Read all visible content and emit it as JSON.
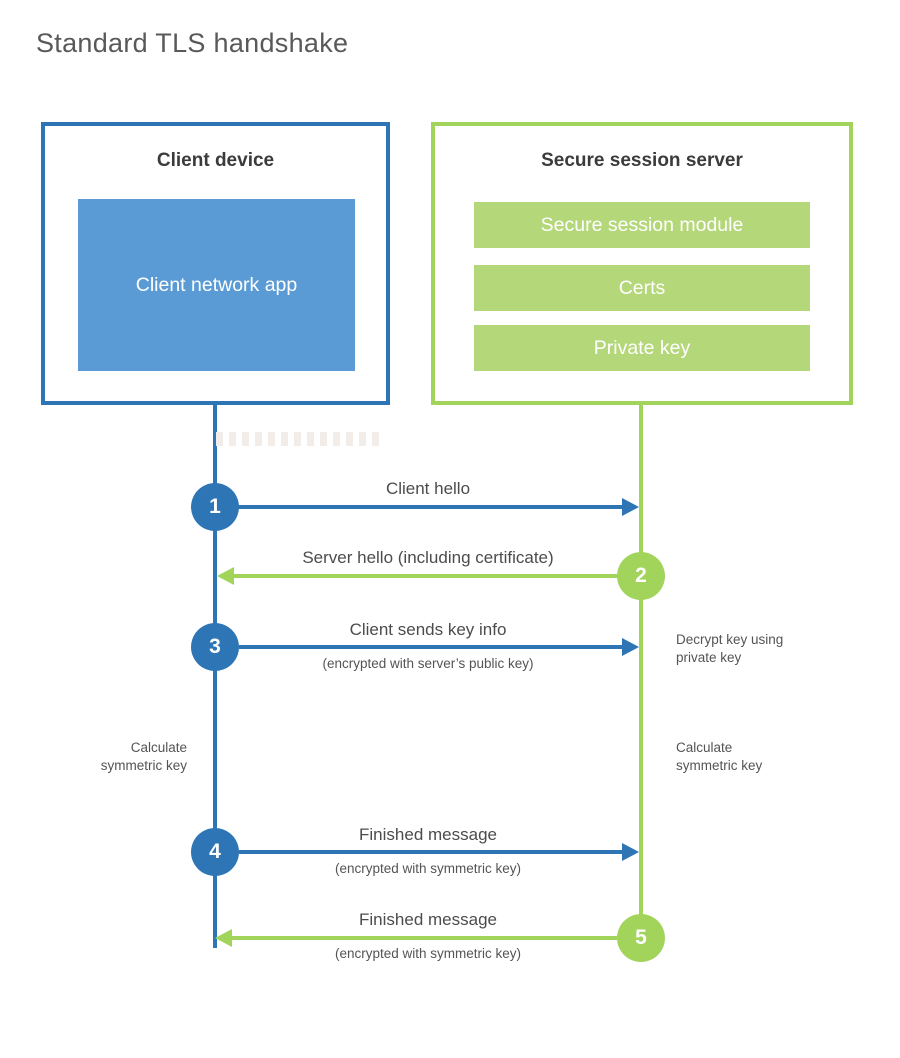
{
  "title": "Standard TLS handshake",
  "colors": {
    "blue": "#2e75b6",
    "blue_light": "#5b9bd5",
    "green": "#a2d45c",
    "green_light": "#b4d77a",
    "text_dark": "#3b3b3b",
    "text_gray": "#4c4c4c"
  },
  "client": {
    "title": "Client device",
    "app_label": "Client network app"
  },
  "server": {
    "title": "Secure session server",
    "modules": [
      "Secure session module",
      "Certs",
      "Private key"
    ]
  },
  "steps": [
    {
      "num": "1",
      "label": "Client hello",
      "sub": "",
      "direction": "client-to-server",
      "color": "blue"
    },
    {
      "num": "2",
      "label": "Server hello (including certificate)",
      "sub": "",
      "direction": "server-to-client",
      "color": "green"
    },
    {
      "num": "3",
      "label": "Client sends key info",
      "sub": "(encrypted with server’s public key)",
      "direction": "client-to-server",
      "color": "blue"
    },
    {
      "num": "4",
      "label": "Finished message",
      "sub": "(encrypted with symmetric key)",
      "direction": "client-to-server",
      "color": "blue"
    },
    {
      "num": "5",
      "label": "Finished message",
      "sub": "(encrypted with symmetric key)",
      "direction": "server-to-client",
      "color": "green"
    }
  ],
  "notes": {
    "decrypt": "Decrypt key using\nprivate key",
    "calc_left": "Calculate\nsymmetric key",
    "calc_right": "Calculate\nsymmetric key"
  }
}
